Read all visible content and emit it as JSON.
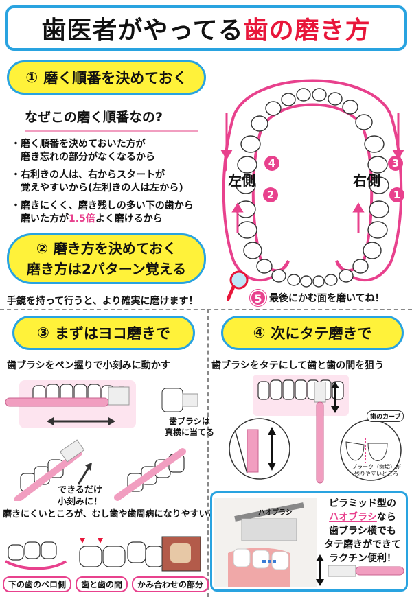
{
  "title": {
    "main": "歯医者がやってる",
    "accent": "歯の磨き方"
  },
  "section1": {
    "num": "①",
    "heading": "磨く順番を決めておく",
    "why": "なぜこの磨く順番なの?",
    "bullets": [
      {
        "line1": "磨く順番を決めておいた方が",
        "line2": "磨き忘れの部分がなくなるから"
      },
      {
        "line1": "右利きの人は、右からスタートが",
        "line2": "覚えやすいから(左利きの人は左から)"
      },
      {
        "line1": "磨きにくく、磨き残しの多い下の歯から",
        "line2_pre": "磨いた方が",
        "line2_hl": "1.5倍",
        "line2_post": "よく磨けるから"
      }
    ]
  },
  "diagram": {
    "left_label": "左側",
    "right_label": "右側",
    "markers": [
      "1",
      "2",
      "3",
      "4"
    ],
    "step5_num": "5",
    "step5_text": "最後にかむ面を磨いてね！"
  },
  "section2": {
    "num": "②",
    "line1": "磨き方を決めておく",
    "line2": "磨き方は2パターン覚える"
  },
  "mirror_text": "手鏡を持って行うと、より確実に磨けます！",
  "section3": {
    "num": "③",
    "heading": "まずはヨコ磨きで",
    "caption": "歯ブラシをペン握りで小刻みに動かす",
    "brush_note_1": "歯ブラシは",
    "brush_note_2": "真横に当てる",
    "small_move_1": "できるだけ",
    "small_move_2": "小刻みに！"
  },
  "section4": {
    "num": "④",
    "heading": "次にタテ磨きで",
    "caption": "歯ブラシをタテにして歯と歯の間を狙う",
    "curve_label": "歯のカーブ",
    "plaque_1": "プラーク（歯垢）が",
    "plaque_2": "残りやすいところ"
  },
  "trouble": {
    "caption": "磨きにくいところが、むし歯や歯周病になりやすいところ",
    "labels": [
      "下の歯のベロ側",
      "歯と歯の間",
      "かみ合わせの部分"
    ]
  },
  "ohabrush": {
    "product_label": "ハオブラシ",
    "l1": "ピラミッド型の",
    "l2_hl": "ハオブラシ",
    "l2_post": "なら",
    "l3": "歯ブラシ横でも",
    "l4": "タテ磨きができて",
    "l5": "ラクチン便利！"
  },
  "colors": {
    "accent_blue": "#29a3e0",
    "accent_pink": "#e8418d",
    "title_red": "#e8163a",
    "pill_yellow": "#fff23a"
  }
}
